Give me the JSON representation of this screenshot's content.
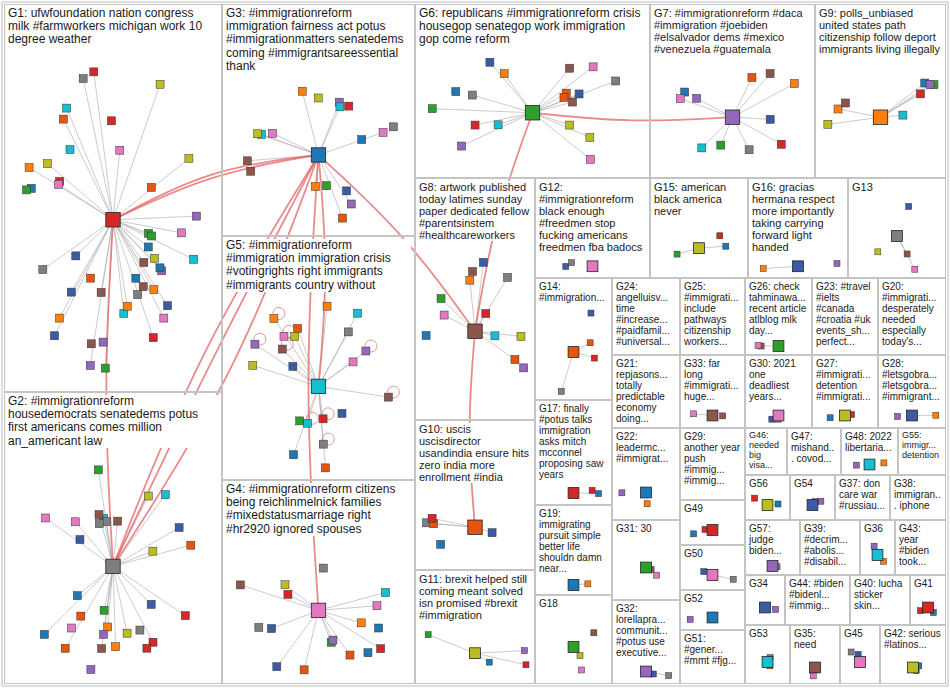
{
  "diagram": {
    "nodes": [
      {
        "text": [
          "G1: ufwfoundation nation congress milk #farmworkers michigan work 10 degree weather"
        ]
      },
      {
        "text": [
          "G3: #immigrationreform immigration fairness act potus #immigrationmatters senatedems coming #immigrantsareessential thank"
        ]
      },
      {
        "text": [
          "G6: republicans #immigrationreform crisis housegop senategop work immigration gop come reform"
        ]
      },
      {
        "text": [
          "G7: #immigrationreform #daca #immigration #joebiden #elsalvador dems #mexico #venezuela #guatemala"
        ]
      },
      {
        "text": [
          "G9: polls_unbiased united states path citizenship follow deport immigrants living illegally"
        ]
      },
      {
        "text": [
          "G5: #immigrationreform #immigration immigration crisis #votingrights right immigrants #immigrants country without"
        ]
      },
      {
        "text": [
          "G8: artwork published today latimes sunday paper dedicated fellow #parentsinstem #healthcareworkers"
        ]
      },
      {
        "text": [
          "G12: #immigrationreform black enough #freedmen stop fucking americans freedmen fba badocs"
        ]
      },
      {
        "text": [
          "G15: american black america never"
        ]
      },
      {
        "text": [
          "G16: gracias hermana respect more importantly taking carrying forward light handed"
        ]
      },
      {
        "text": [
          "G13"
        ]
      },
      {
        "text": [
          "G14: #immigration..."
        ]
      },
      {
        "text": [
          "G24: angelluisv... time #increase... #paidfamil... #universal..."
        ]
      },
      {
        "text": [
          "G25: #immigrati... include pathways citizenship workers..."
        ]
      },
      {
        "text": [
          "G26: check tahminawa... recent article atlblog mlk day..."
        ]
      },
      {
        "text": [
          "G23: #travel #ielts #canada #croatia #uk events_sh... perfect..."
        ]
      },
      {
        "text": [
          "G20: #immigrati... desperately needed especially today's..."
        ]
      },
      {
        "text": [
          "G21: repjasons... totally predictable economy doing..."
        ]
      },
      {
        "text": [
          "G33: far long #immigrati... huge..."
        ]
      },
      {
        "text": [
          "G30: 2021 one deadliest years..."
        ]
      },
      {
        "text": [
          "G27: #immigrati... detention #immigrati..."
        ]
      },
      {
        "text": [
          "G28: #letsgobra... #letsgobra... #immigrant..."
        ]
      },
      {
        "text": [
          "G2: #immigrationreform housedemocrats senatedems potus first americans comes million an_americant law"
        ]
      },
      {
        "text": [
          "G10: uscis uscisdirector usandindia ensure hits zero india more enrollment #india"
        ]
      },
      {
        "text": [
          "G17: finally #potus talks immigration asks mitch mcconnel proposing saw years"
        ]
      },
      {
        "text": [
          "G22: leadermc... #immigrat..."
        ]
      },
      {
        "text": [
          "G29: another year push #immig... #immig..."
        ]
      },
      {
        "text": [
          "G46: needed big visa..."
        ]
      },
      {
        "text": [
          "G47: mishand... covod..."
        ]
      },
      {
        "text": [
          "G48: 2022 libertaria..."
        ]
      },
      {
        "text": [
          "G55: immigr... detention"
        ]
      },
      {
        "text": [
          "G4: #immigrationreform citizens being reichlinmelnick families #mixedstatusmarriage right #hr2920 ignored spouses"
        ]
      },
      {
        "text": [
          "G56"
        ]
      },
      {
        "text": [
          "G54"
        ]
      },
      {
        "text": [
          "G37: don care war #russiau..."
        ]
      },
      {
        "text": [
          "G38: immigran... iphone"
        ]
      },
      {
        "text": [
          "G49"
        ]
      },
      {
        "text": [
          "G19: immigrating pursuit simple better life shouldn damn near..."
        ]
      },
      {
        "text": [
          "G31: 30"
        ]
      },
      {
        "text": [
          "G57: judge biden..."
        ]
      },
      {
        "text": [
          "G39: #decrim... #abolis... #disabil..."
        ]
      },
      {
        "text": [
          "G36"
        ]
      },
      {
        "text": [
          "G43: year #biden took..."
        ]
      },
      {
        "text": [
          "G50"
        ]
      },
      {
        "text": [
          "G11: brexit helped still coming meant solved isn promised #brexit #immigration"
        ]
      },
      {
        "text": [
          "G34"
        ]
      },
      {
        "text": [
          "G44: #biden #bidenl... #immig..."
        ]
      },
      {
        "text": [
          "G40: lucha sticker skin..."
        ]
      },
      {
        "text": [
          "G41"
        ]
      },
      {
        "text": [
          "G52"
        ]
      },
      {
        "text": [
          "G18"
        ]
      },
      {
        "text": [
          "G32: lorellapra... communit... #potus use executive..."
        ]
      },
      {
        "text": [
          "G51: #gener... #mmt #fjg..."
        ]
      },
      {
        "text": [
          "G53"
        ]
      },
      {
        "text": [
          "G35: need"
        ]
      },
      {
        "text": [
          "G45"
        ]
      },
      {
        "text": [
          "G42: serious #latinos..."
        ]
      }
    ]
  }
}
